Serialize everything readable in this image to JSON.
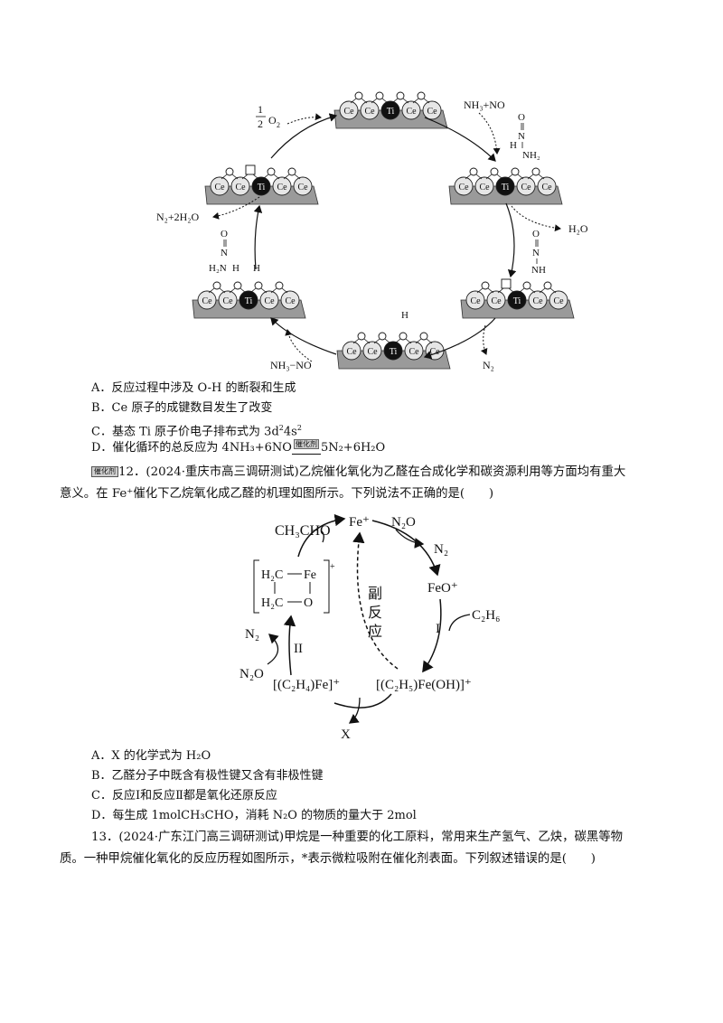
{
  "diagram1": {
    "o2_label_num": "1",
    "o2_label_den": "2",
    "o2_label_species": "O",
    "o2_label_sub": "2",
    "nh3_no_top": "NH₃+NO",
    "h2o_right": "H₂O",
    "n2_bottom": "N₂",
    "nh3_no_bottom": "NH₃−NO",
    "n2_h2o_left": "N₂+2H₂O",
    "ce": "Ce",
    "ti": "Ti",
    "o": "O",
    "h": "H",
    "n": "N",
    "nh": "NH",
    "nh2": "NH₂",
    "h2n": "H₂N"
  },
  "q11_options": {
    "a": "A．反应过程中涉及 O-H 的断裂和生成",
    "b": "B．Ce 原子的成键数目发生了改变",
    "c_prefix": "C．基态 Ti 原子价电子排布式为 3d",
    "c_sup1": "2",
    "c_mid": "4s",
    "c_sup2": "2",
    "d_prefix": "D．催化循环的总反应为 4NH₃+6NO",
    "d_badge": "催化剂",
    "d_suffix": "5N₂+6H₂O"
  },
  "q12": {
    "badge": "催化剂",
    "line1": "12．(2024·重庆市高三调研测试)乙烷催化氧化为乙醛在合成化学和碳资源利用等方面均有重大",
    "line2": "意义。在 Fe⁺催化下乙烷氧化成乙醛的机理如图所示。下列说法不正确的是(　　)",
    "diagram": {
      "ch3cho": "CH₃CHO",
      "fe_plus": "Fe⁺",
      "n2o_top": "N₂O",
      "n2_top": "N₂",
      "feo_plus": "FeO⁺",
      "c2h6": "C₂H₆",
      "roman1": "I",
      "complex": "[(C₂H₅)Fe(OH)]⁺",
      "c2h4fe": "[(C₂H₄)Fe]⁺",
      "roman2": "II",
      "n2_left": "N₂",
      "n2o_left": "N₂O",
      "x": "X",
      "side_reaction": [
        "副",
        "反",
        "应"
      ],
      "ring_h2c_top": "H₂C",
      "ring_fe": "Fe",
      "ring_h2c_bot": "H₂C",
      "ring_o": "O",
      "ring_charge": "+"
    },
    "options": {
      "a": "A．X 的化学式为 H₂O",
      "b": "B．乙醛分子中既含有极性键又含有非极性键",
      "c": "C．反应Ⅰ和反应Ⅱ都是氧化还原反应",
      "d": "D．每生成 1molCH₃CHO，消耗 N₂O 的物质的量大于 2mol"
    }
  },
  "q13": {
    "line1": "13．(2024·广东江门高三调研测试)甲烷是一种重要的化工原料，常用来生产氢气、乙炔，碳黑等物",
    "line2": "质。一种甲烷催化氧化的反应历程如图所示，*表示微粒吸附在催化剂表面。下列叙述错误的是(　　)"
  },
  "colors": {
    "surface": "#9a9a9a",
    "ti_fill": "#111111",
    "ce_fill": "#e6e6e6",
    "text": "#111111"
  }
}
